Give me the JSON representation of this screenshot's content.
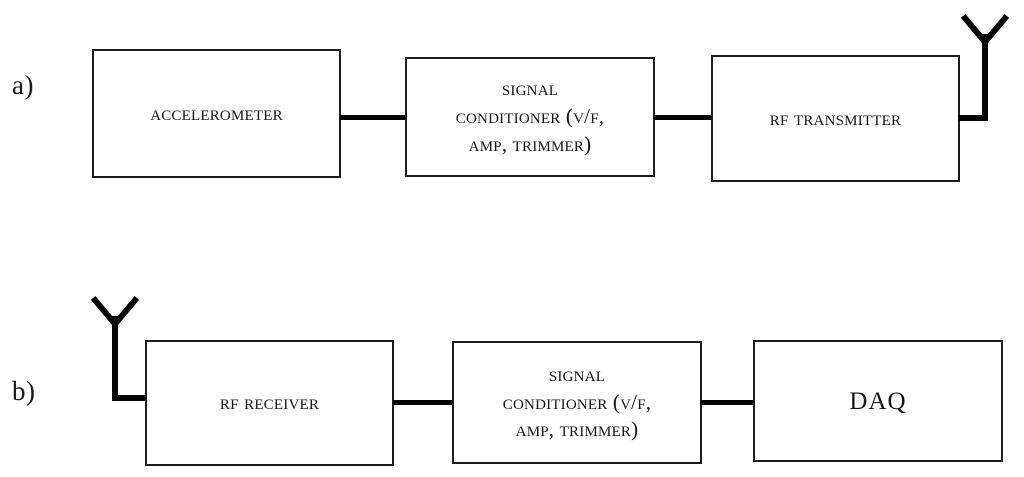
{
  "figure": {
    "type": "block-diagram",
    "background_color": "#ffffff",
    "line_color": "#050505",
    "text_color": "#161616"
  },
  "panels": [
    {
      "id": "a",
      "label": "a)",
      "blocks": [
        {
          "id": "accelerometer",
          "text": "ACCELEROMETER"
        },
        {
          "id": "signal-conditioner-tx",
          "text": "SIGNAL\nCONDITIONER (V/F,\nAMP, TRIMMER)"
        },
        {
          "id": "rf-transmitter",
          "text": "RF TRANSMITTER"
        }
      ],
      "antenna": {
        "id": "transmit-antenna",
        "side": "right"
      },
      "connections": [
        {
          "from": "accelerometer",
          "to": "signal-conditioner-tx"
        },
        {
          "from": "signal-conditioner-tx",
          "to": "rf-transmitter"
        },
        {
          "from": "rf-transmitter",
          "to": "transmit-antenna"
        }
      ]
    },
    {
      "id": "b",
      "label": "b)",
      "blocks": [
        {
          "id": "rf-receiver",
          "text": "RF RECEIVER"
        },
        {
          "id": "signal-conditioner-rx",
          "text": "SIGNAL\nCONDITIONER (V/F,\nAMP, TRIMMER)"
        },
        {
          "id": "daq",
          "text": "DAQ"
        }
      ],
      "antenna": {
        "id": "receive-antenna",
        "side": "left"
      },
      "connections": [
        {
          "from": "receive-antenna",
          "to": "rf-receiver"
        },
        {
          "from": "rf-receiver",
          "to": "signal-conditioner-rx"
        },
        {
          "from": "signal-conditioner-rx",
          "to": "daq"
        }
      ]
    }
  ]
}
